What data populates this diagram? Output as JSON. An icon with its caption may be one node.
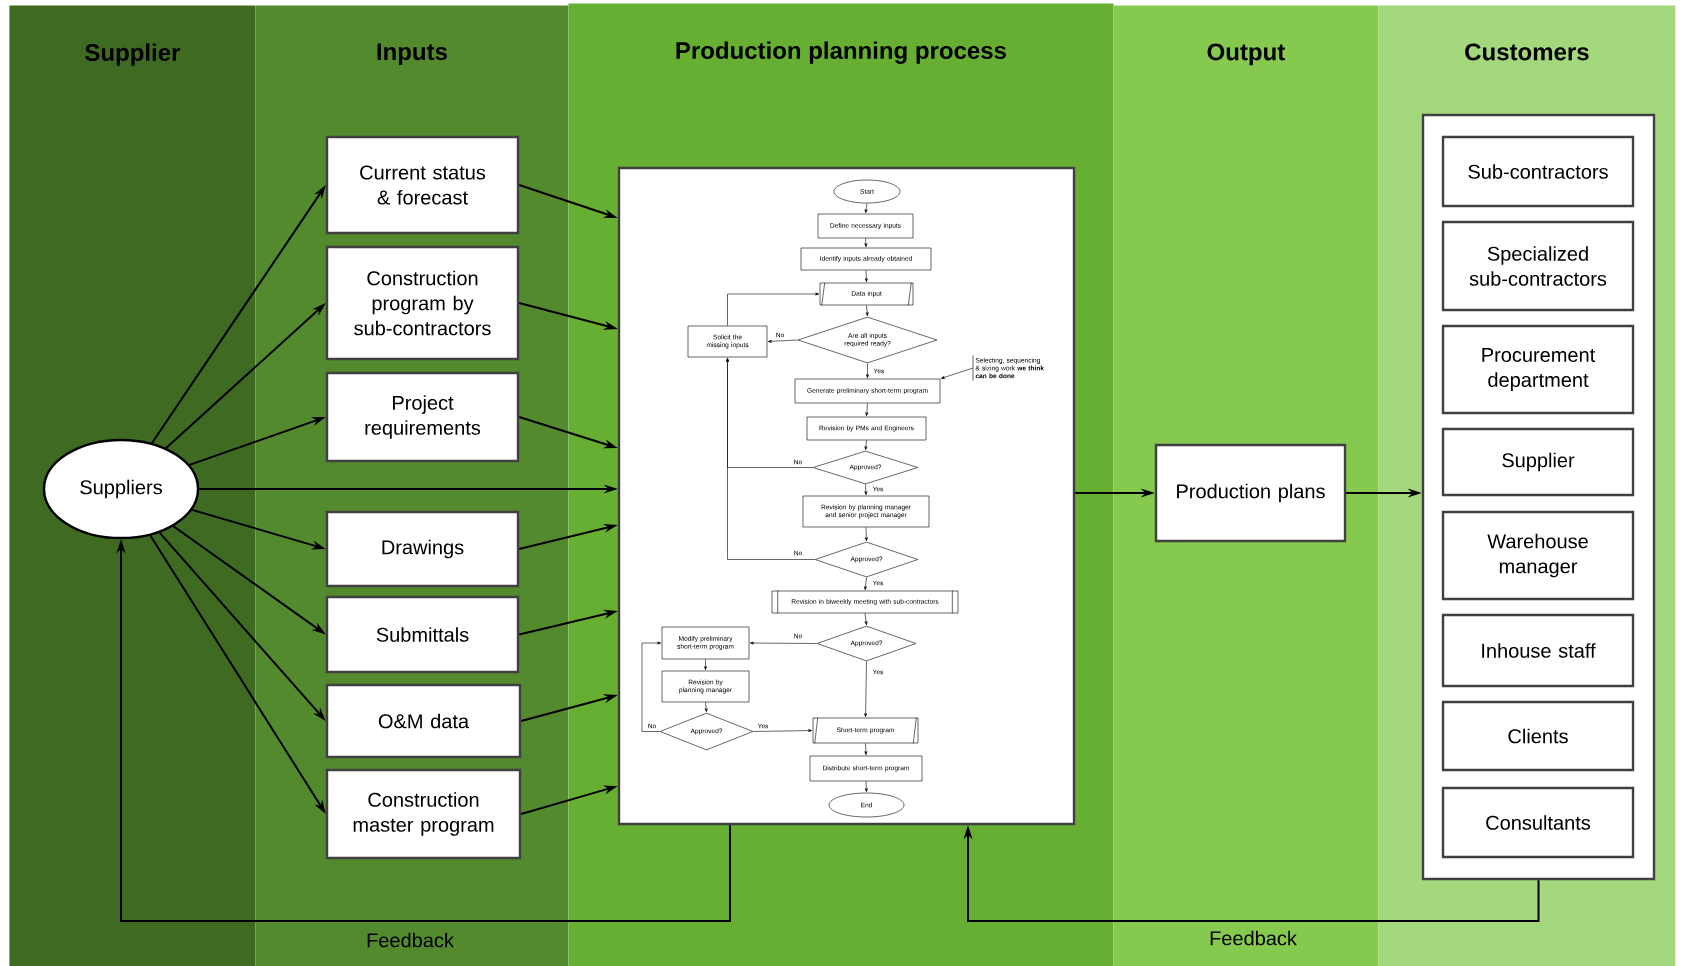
{
  "diagram": {
    "nodes": [
      {
        "text": [
          "Supplier"
        ]
      },
      {
        "text": [
          "Inputs"
        ]
      },
      {
        "text": [
          "Production planning process"
        ]
      },
      {
        "text": [
          "Output"
        ]
      },
      {
        "text": [
          "Customers"
        ]
      },
      {
        "text": [
          "Suppliers"
        ],
        "in": 0
      },
      {
        "text": [
          "Current status & forecast"
        ],
        "in": 1
      },
      {
        "text": [
          "Construction program by sub-contractors"
        ],
        "in": 1
      },
      {
        "text": [
          "Project requirements"
        ],
        "in": 1
      },
      {
        "text": [
          "Drawings"
        ],
        "in": 1
      },
      {
        "text": [
          "Submittals"
        ],
        "in": 1
      },
      {
        "text": [
          "O&M data"
        ],
        "in": 1
      },
      {
        "text": [
          "Construction master program"
        ],
        "in": 1
      },
      {
        "text": [],
        "shape": "box",
        "in": 2
      },
      {
        "text": [
          "Start"
        ],
        "in": 13
      },
      {
        "text": [
          "Define necessary inputs"
        ],
        "in": 13
      },
      {
        "text": [
          "Identify inputs already obtained"
        ],
        "in": 13
      },
      {
        "text": [
          "Data input"
        ],
        "in": 13
      },
      {
        "text": [
          "Solicit the missing inputs"
        ],
        "in": 13
      },
      {
        "text": [
          "Are all inputs required ready?"
        ],
        "in": 13
      },
      {
        "text": [
          "Generate preliminary short-term program"
        ],
        "in": 13
      },
      {
        "text": [
          "Selecting, sequencing & sizing work **we think can be done**"
        ],
        "in": 13
      },
      {
        "text": [
          "Revision by PMs and Engineers"
        ],
        "in": 13
      },
      {
        "text": [
          "Approved?"
        ],
        "in": 13
      },
      {
        "text": [
          "Revision by planning manager and senior project manager"
        ],
        "in": 13
      },
      {
        "text": [
          "Approved?"
        ],
        "in": 13
      },
      {
        "text": [
          "Revision in biweekly meeting with sub-contractors"
        ],
        "in": 13
      },
      {
        "text": [
          "Modify preliminary short-term program"
        ],
        "in": 13
      },
      {
        "text": [
          "Approved?"
        ],
        "in": 13
      },
      {
        "text": [
          "Revision by planning manager"
        ],
        "in": 13
      },
      {
        "text": [
          "Approved?"
        ],
        "in": 13
      },
      {
        "text": [
          "Short-term program"
        ],
        "in": 13
      },
      {
        "text": [
          "Distribute short-term program"
        ],
        "in": 13
      },
      {
        "text": [
          "End"
        ],
        "in": 13
      },
      {
        "text": [
          "Production plans"
        ],
        "in": 3
      },
      {
        "text": [],
        "shape": "box",
        "in": 4
      },
      {
        "text": [
          "Sub-contractors"
        ],
        "in": 35
      },
      {
        "text": [
          "Specialized sub-contractors"
        ],
        "in": 35
      },
      {
        "text": [
          "Procurement department"
        ],
        "in": 35
      },
      {
        "text": [
          "Supplier"
        ],
        "in": 35
      },
      {
        "text": [
          "Warehouse manager"
        ],
        "in": 35
      },
      {
        "text": [
          "Inhouse staff"
        ],
        "in": 35
      },
      {
        "text": [
          "Clients"
        ],
        "in": 35
      },
      {
        "text": [
          "Consultants"
        ],
        "in": 35
      }
    ],
    "edges": [
      {
        "from": 5,
        "to": 6,
        "arrow": "to"
      },
      {
        "from": 5,
        "to": 7,
        "arrow": "to"
      },
      {
        "from": 5,
        "to": 8,
        "arrow": "to"
      },
      {
        "from": 5,
        "to": 13,
        "arrow": "to"
      },
      {
        "from": 5,
        "to": 9,
        "arrow": "to"
      },
      {
        "from": 5,
        "to": 10,
        "arrow": "to"
      },
      {
        "from": 5,
        "to": 11,
        "arrow": "to"
      },
      {
        "from": 5,
        "to": 12,
        "arrow": "to"
      },
      {
        "from": 6,
        "to": 13,
        "arrow": "to"
      },
      {
        "from": 7,
        "to": 13,
        "arrow": "to"
      },
      {
        "from": 8,
        "to": 13,
        "arrow": "to"
      },
      {
        "from": 9,
        "to": 13,
        "arrow": "to"
      },
      {
        "from": 10,
        "to": 13,
        "arrow": "to"
      },
      {
        "from": 11,
        "to": 13,
        "arrow": "to"
      },
      {
        "from": 12,
        "to": 13,
        "arrow": "to"
      },
      {
        "from": 13,
        "to": 34,
        "arrow": "to"
      },
      {
        "from": 34,
        "to": 35,
        "arrow": "to"
      },
      {
        "from": 13,
        "to": 5,
        "arrow": "to",
        "label": "Feedback"
      },
      {
        "from": 35,
        "to": 13,
        "arrow": "to",
        "label": "Feedback"
      },
      {
        "from": 14,
        "to": 15,
        "arrow": "to"
      },
      {
        "from": 15,
        "to": 16,
        "arrow": "to"
      },
      {
        "from": 16,
        "to": 17,
        "arrow": "to"
      },
      {
        "from": 17,
        "to": 19,
        "arrow": "to"
      },
      {
        "from": 19,
        "to": 18,
        "arrow": "to",
        "label": "No"
      },
      {
        "from": 19,
        "to": 20,
        "arrow": "to",
        "label": "Yes"
      },
      {
        "from": 18,
        "to": 17,
        "arrow": "to"
      },
      {
        "from": 21,
        "to": 20,
        "arrow": "to"
      },
      {
        "from": 20,
        "to": 22,
        "arrow": "to"
      },
      {
        "from": 22,
        "to": 23,
        "arrow": "to"
      },
      {
        "from": 23,
        "to": 18,
        "arrow": "to",
        "label": "No"
      },
      {
        "from": 23,
        "to": 24,
        "arrow": "to",
        "label": "Yes"
      },
      {
        "from": 24,
        "to": 25,
        "arrow": "to"
      },
      {
        "from": 25,
        "to": 18,
        "arrow": "to",
        "label": "No"
      },
      {
        "from": 25,
        "to": 26,
        "arrow": "to",
        "label": "Yes"
      },
      {
        "from": 26,
        "to": 28,
        "arrow": "to"
      },
      {
        "from": 28,
        "to": 27,
        "arrow": "to",
        "label": "No"
      },
      {
        "from": 28,
        "to": 31,
        "arrow": "to",
        "label": "Yes"
      },
      {
        "from": 27,
        "to": 29,
        "arrow": "to"
      },
      {
        "from": 29,
        "to": 30,
        "arrow": "to"
      },
      {
        "from": 30,
        "to": 27,
        "arrow": "to",
        "label": "No"
      },
      {
        "from": 30,
        "to": 31,
        "arrow": "to",
        "label": "Yes"
      },
      {
        "from": 31,
        "to": 32,
        "arrow": "to"
      },
      {
        "from": 32,
        "to": 33,
        "arrow": "to"
      }
    ]
  }
}
